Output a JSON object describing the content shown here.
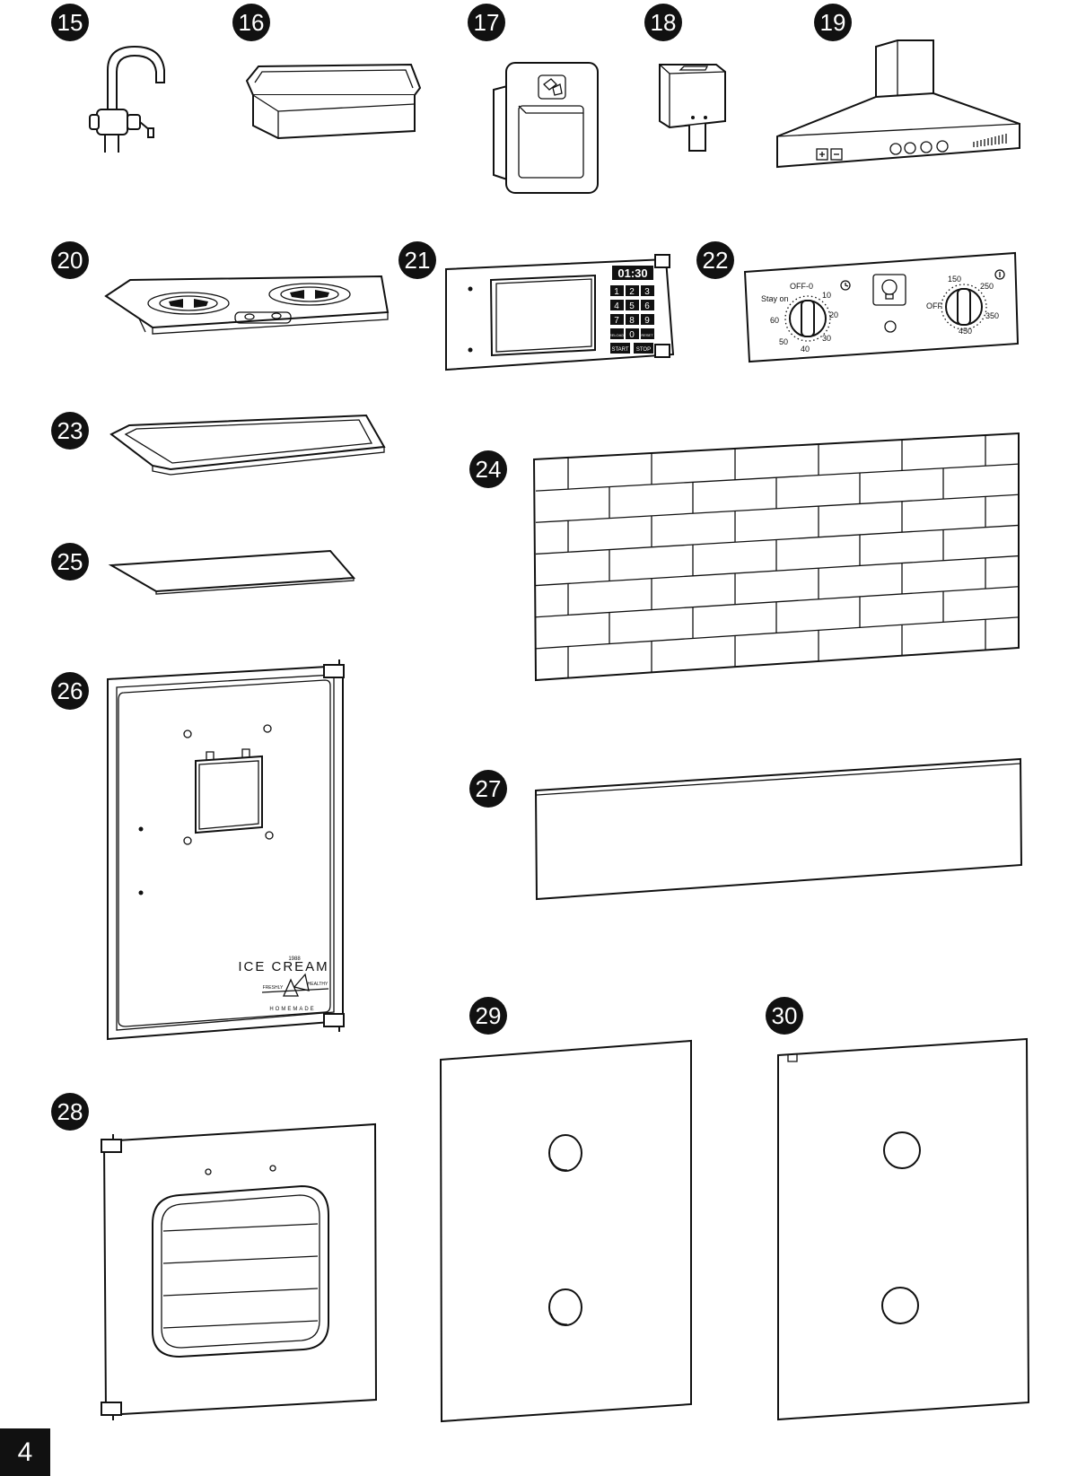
{
  "page_number": "4",
  "parts": [
    {
      "id": "15",
      "label": "15"
    },
    {
      "id": "16",
      "label": "16"
    },
    {
      "id": "17",
      "label": "17"
    },
    {
      "id": "18",
      "label": "18"
    },
    {
      "id": "19",
      "label": "19"
    },
    {
      "id": "20",
      "label": "20"
    },
    {
      "id": "21",
      "label": "21"
    },
    {
      "id": "22",
      "label": "22"
    },
    {
      "id": "23",
      "label": "23"
    },
    {
      "id": "24",
      "label": "24"
    },
    {
      "id": "25",
      "label": "25"
    },
    {
      "id": "26",
      "label": "26"
    },
    {
      "id": "27",
      "label": "27"
    },
    {
      "id": "28",
      "label": "28"
    },
    {
      "id": "29",
      "label": "29"
    },
    {
      "id": "30",
      "label": "30"
    }
  ],
  "microwave": {
    "time": "01:30",
    "keys": [
      "1",
      "2",
      "3",
      "4",
      "5",
      "6",
      "7",
      "8",
      "9",
      "RELOAD",
      "0",
      "RESET"
    ],
    "start": "START",
    "stop": "STOP"
  },
  "oven_panel": {
    "timer_labels": [
      "OFF-0",
      "10",
      "20",
      "30",
      "40",
      "50",
      "60",
      "Stay on"
    ],
    "temp_labels": [
      "150",
      "250",
      "350",
      "450",
      "OFF"
    ]
  },
  "ice_cream_decal": {
    "title": "ICE CREAM",
    "year": "1988",
    "left": "FRESHLY",
    "right": "HEALTHY",
    "bottom": "HOMEMADE"
  }
}
